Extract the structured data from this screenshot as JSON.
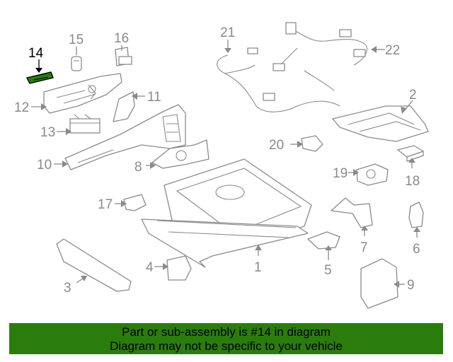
{
  "diagram": {
    "highlighted_part": "14",
    "highlight_color": "#2a7d0c",
    "line_color": "#8a8a8a",
    "callouts": {
      "c1": "1",
      "c2": "2",
      "c3": "3",
      "c4": "4",
      "c5": "5",
      "c6": "6",
      "c7": "7",
      "c8": "8",
      "c9": "9",
      "c10": "10",
      "c11": "11",
      "c12": "12",
      "c13": "13",
      "c14": "14",
      "c15": "15",
      "c16": "16",
      "c17": "17",
      "c18": "18",
      "c19": "19",
      "c20": "20",
      "c21": "21",
      "c22": "22"
    }
  },
  "banner": {
    "line1": "Part or sub-assembly is #14 in diagram",
    "line2": "Diagram may not be specific to your vehicle",
    "background": "#2a7d0c"
  }
}
